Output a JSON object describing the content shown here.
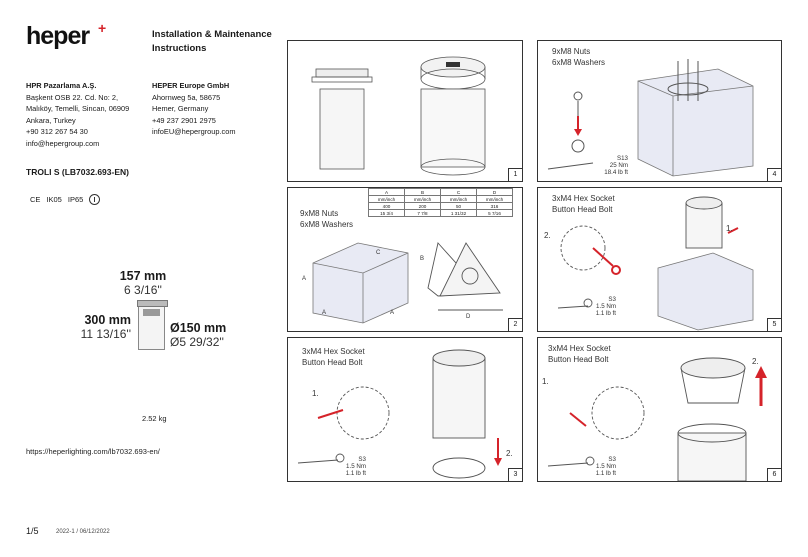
{
  "brand": {
    "name": "heper",
    "plus": "+"
  },
  "title": "Installation & Maintenance Instructions",
  "address_left": {
    "org": "HPR Pazarlama A.Ş.",
    "lines": [
      "Başkent OSB 22. Cd. No: 2,",
      "Malıköy, Temelli, Sincan, 06909",
      "Ankara, Turkey",
      "+90 312 267 54 30",
      "info@hepergroup.com"
    ]
  },
  "address_right": {
    "org": "HEPER Europe GmbH",
    "lines": [
      "Ahornweg 5a, 58675",
      "Hemer, Germany",
      "+49 237 2901 2975",
      "infoEU@hepergroup.com"
    ]
  },
  "product": "TROLI S (LB7032.693-EN)",
  "certs": {
    "ce": "CE",
    "ik": "IK05",
    "ip": "IP65"
  },
  "dimensions": {
    "width_mm": "157 mm",
    "width_in": "6 3/16''",
    "height_mm": "300 mm",
    "height_in": "11 13/16''",
    "dia_mm": "Ø150 mm",
    "dia_in": "Ø5 29/32''"
  },
  "weight": "2.52 kg",
  "url": "https://heperlighting.com/lb7032.693-en/",
  "page": "1/5",
  "version": "2022-1 / 06/12/2022",
  "panels": {
    "p1": {
      "num": "1"
    },
    "p2": {
      "num": "2",
      "text1": "9xM8 Nuts",
      "text2": "6xM8 Washers",
      "table_headers": [
        "A",
        "B",
        "C",
        "D"
      ],
      "table_units": [
        "mm/inch",
        "mm/inch",
        "mm/inch",
        "mm/inch"
      ],
      "table_mm": [
        "400",
        "200",
        "50",
        "316"
      ],
      "table_in": [
        "15 3/4",
        "7 7/8",
        "1 31/32",
        "5  7/16"
      ],
      "labels": {
        "a": "A",
        "b": "B",
        "c": "C",
        "d": "D"
      }
    },
    "p3": {
      "num": "3",
      "text1": "3xM4 Hex Socket",
      "text2": "Button Head Bolt",
      "step1": "1.",
      "step2": "2.",
      "torque": [
        "S3",
        "1.5 Nm",
        "1.1 lb ft"
      ]
    },
    "p4": {
      "num": "4",
      "text1": "9xM8 Nuts",
      "text2": "6xM8 Washers",
      "torque": [
        "S13",
        "25 Nm",
        "18.4 lb ft"
      ]
    },
    "p5": {
      "num": "5",
      "text1": "3xM4 Hex Socket",
      "text2": "Button Head Bolt",
      "step1": "1.",
      "step2": "2.",
      "torque": [
        "S3",
        "1.5 Nm",
        "1.1 lb ft"
      ]
    },
    "p6": {
      "num": "6",
      "text1": "3xM4 Hex Socket",
      "text2": "Button Head Bolt",
      "step1": "1.",
      "step2": "2.",
      "torque": [
        "S3",
        "1.5 Nm",
        "1.1 lb ft"
      ]
    }
  },
  "colors": {
    "accent": "#d5232a",
    "line": "#555555",
    "fill": "#e8eaf4"
  }
}
